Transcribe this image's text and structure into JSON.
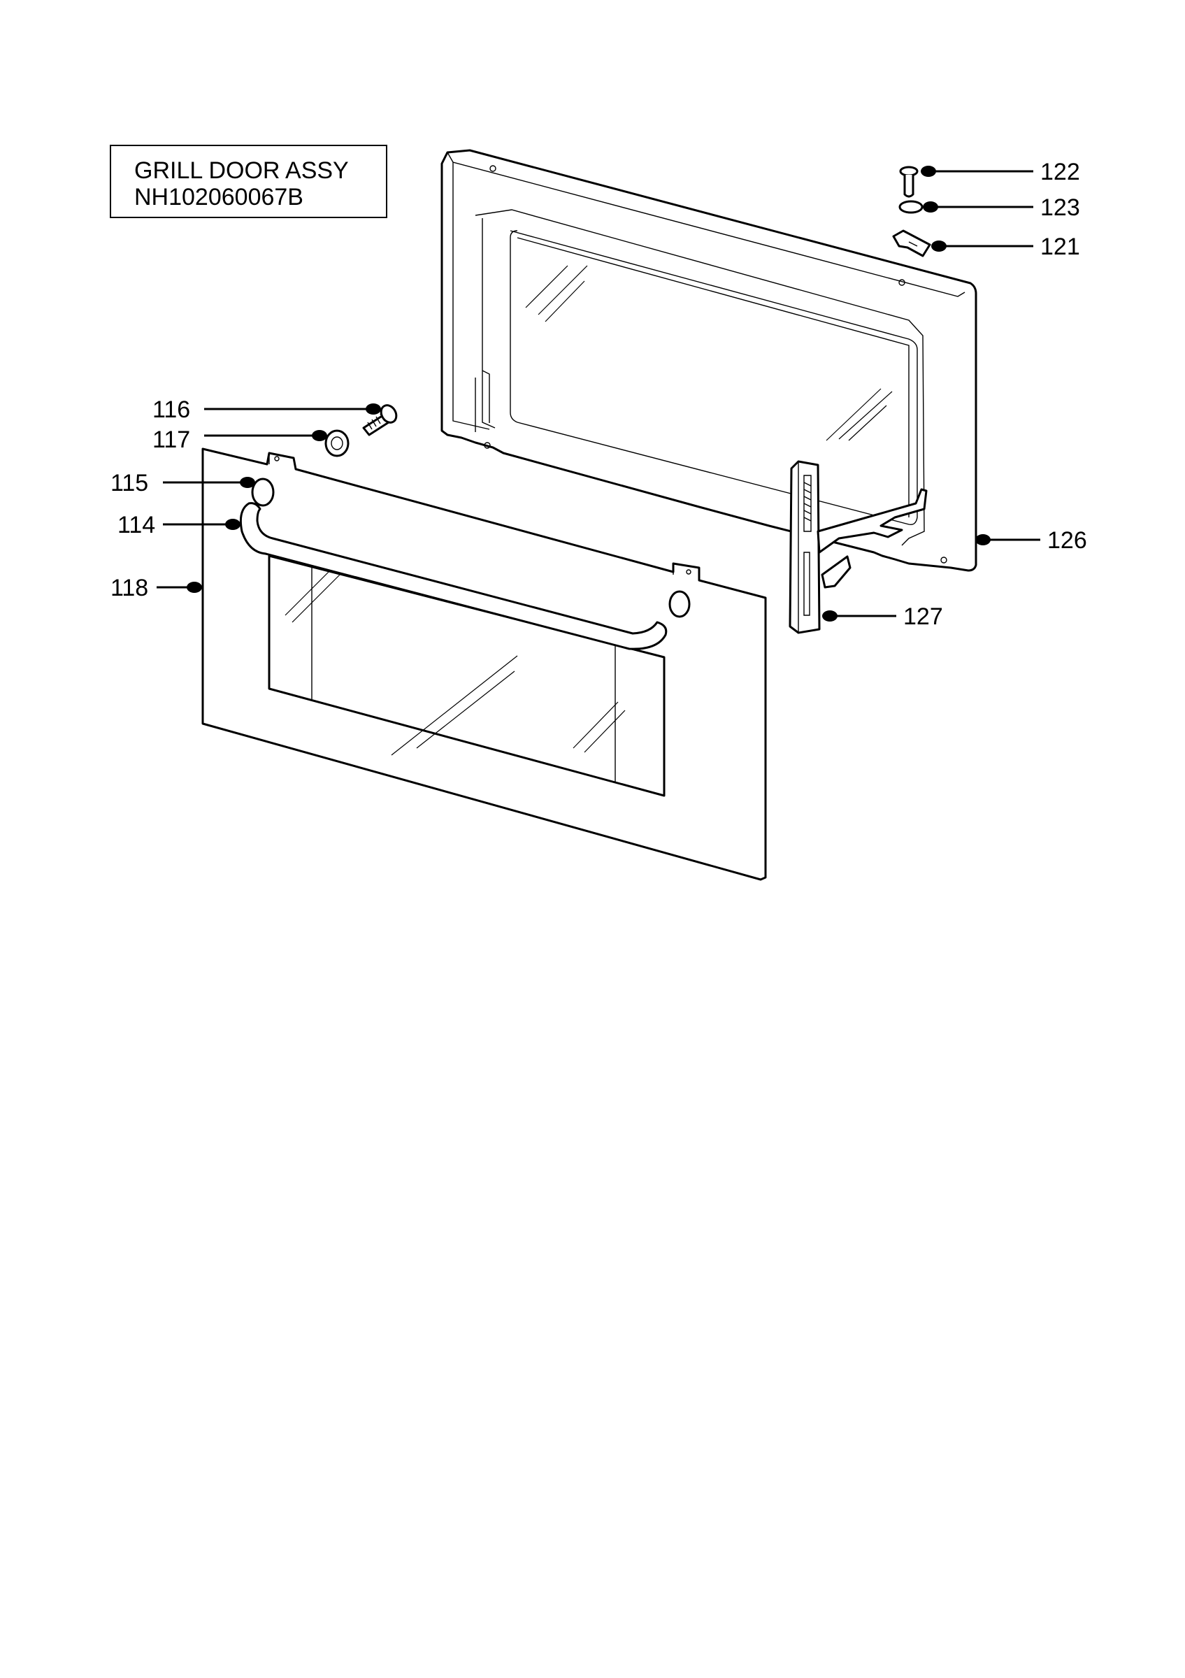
{
  "title": {
    "line1": "GRILL DOOR ASSY",
    "line2": "NH102060067B"
  },
  "callouts": [
    {
      "id": "122",
      "label": "122"
    },
    {
      "id": "123",
      "label": "123"
    },
    {
      "id": "121",
      "label": "121"
    },
    {
      "id": "116",
      "label": "116"
    },
    {
      "id": "117",
      "label": "117"
    },
    {
      "id": "115",
      "label": "115"
    },
    {
      "id": "114",
      "label": "114"
    },
    {
      "id": "118",
      "label": "118"
    },
    {
      "id": "126",
      "label": "126"
    },
    {
      "id": "127",
      "label": "127"
    }
  ]
}
